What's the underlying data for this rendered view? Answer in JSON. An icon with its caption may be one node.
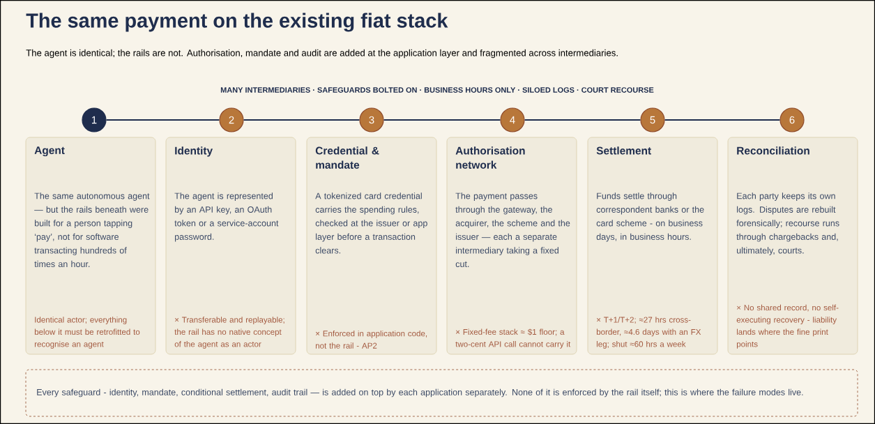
{
  "diagram": {
    "title": "The same payment on the existing fiat stack",
    "nodes": [
      {
        "text": [
          "1"
        ]
      },
      {
        "text": [
          "2"
        ]
      },
      {
        "text": [
          "3"
        ]
      },
      {
        "text": [
          "4"
        ]
      },
      {
        "text": [
          "5"
        ]
      },
      {
        "text": [
          "6"
        ]
      },
      {
        "text": [
          "Agent",
          "The same autonomous agent — but the rails beneath were built for a person tapping ‘pay’, not for software transacting hundreds of times an hour.",
          "Identical actor; everything below it must be retrofitted to recognise an agent"
        ]
      },
      {
        "text": [
          "Identity",
          "The agent is represented by an API key, an OAuth token or a service-account password.",
          "× Transferable and replayable; the rail has no native concept of the agent as an actor"
        ]
      },
      {
        "text": [
          "Credential & mandate",
          "A tokenized card credential carries the spending rules, checked at the issuer or app layer before a transaction clears.",
          "× Enforced in application code, not the rail - AP2"
        ]
      },
      {
        "text": [
          "Authorisation network",
          "The payment passes through the gateway, the acquirer, the scheme and the issuer — each a separate intermediary taking a fixed cut.",
          "× Fixed-fee stack ≈ $1 floor; a two-cent API call cannot carry it"
        ]
      },
      {
        "text": [
          "Settlement",
          "Funds settle through correspondent banks or the card scheme - on business days, in business hours.",
          "× T+1/T+2; ≈27 hrs cross-border, ≈4.6 days with an FX leg; shut ≈60 hrs a week"
        ]
      },
      {
        "text": [
          "Reconciliation",
          "Each party keeps its own logs. Disputes are rebuilt forensically; recourse runs through chargebacks and, ultimately, courts.",
          "× No shared record, no self-executing recovery - liability lands where the fine print points"
        ]
      },
      {
        "text": [
          "Every safeguard -  identity, mandate, conditional settlement, audit trail — is added on top by each application separately. None of it is enforced by the rail itself; this is where the failure modes live."
        ]
      }
    ],
    "edges": [
      {
        "from": 0,
        "to": 1,
        "arrow": "none"
      },
      {
        "from": 1,
        "to": 2,
        "arrow": "none"
      },
      {
        "from": 2,
        "to": 3,
        "arrow": "none"
      },
      {
        "from": 3,
        "to": 4,
        "arrow": "none"
      },
      {
        "from": 4,
        "to": 5,
        "arrow": "none"
      }
    ],
    "labels": [
      "The agent is identical; the rails are not. Authorisation, mandate and audit are added at the application layer and fragmented across intermediaries.",
      "MANY INTERMEDIARIES  ·  SAFEGUARDS BOLTED ON  ·  BUSINESS HOURS ONLY  ·  SILOED LOGS  ·  COURT RECOURSE"
    ]
  }
}
